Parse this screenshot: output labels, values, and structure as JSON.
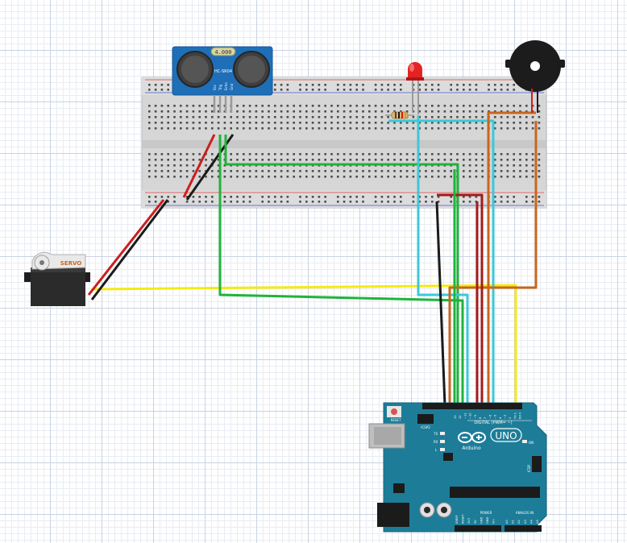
{
  "diagram": {
    "sensor": {
      "display_text": "4.000",
      "model_text": "HC-SR04",
      "pins": [
        "Vcc",
        "Trig",
        "Echo",
        "Gnd"
      ]
    },
    "servo": {
      "label": "SERVO"
    },
    "arduino": {
      "reset_label": "RESET",
      "icsp2_label": "ICSP2",
      "icsp_label": "ICSP",
      "tx_label": "TX",
      "rx_label": "RX",
      "l_label": "L",
      "brand": "Arduino",
      "model": "UNO",
      "on_label": "ON",
      "digital_label": "DIGITAL (PWM= ~)",
      "power_label": "POWER",
      "analog_label": "ANALOG IN",
      "aref_label": "AREF",
      "gnd_label": "GND",
      "digital_pins": [
        "13",
        "12",
        "~11",
        "~10",
        "~9",
        "8",
        "7",
        "~6",
        "~5",
        "4",
        "~3",
        "2",
        "TX 1",
        "RX 0"
      ],
      "power_pins": [
        "IOREF",
        "RESET",
        "3V3",
        "5V",
        "GND",
        "GND",
        "Vin"
      ],
      "analog_pins": [
        "A0",
        "A1",
        "A2",
        "A3",
        "A4",
        "A5"
      ]
    },
    "wire_colors": {
      "red": "#cc1e1e",
      "black": "#1b1b1b",
      "green": "#1fb33b",
      "cyan": "#3cc8d8",
      "yellow": "#f5ea14",
      "orange": "#c8661e",
      "darkred": "#a31b1b"
    }
  }
}
